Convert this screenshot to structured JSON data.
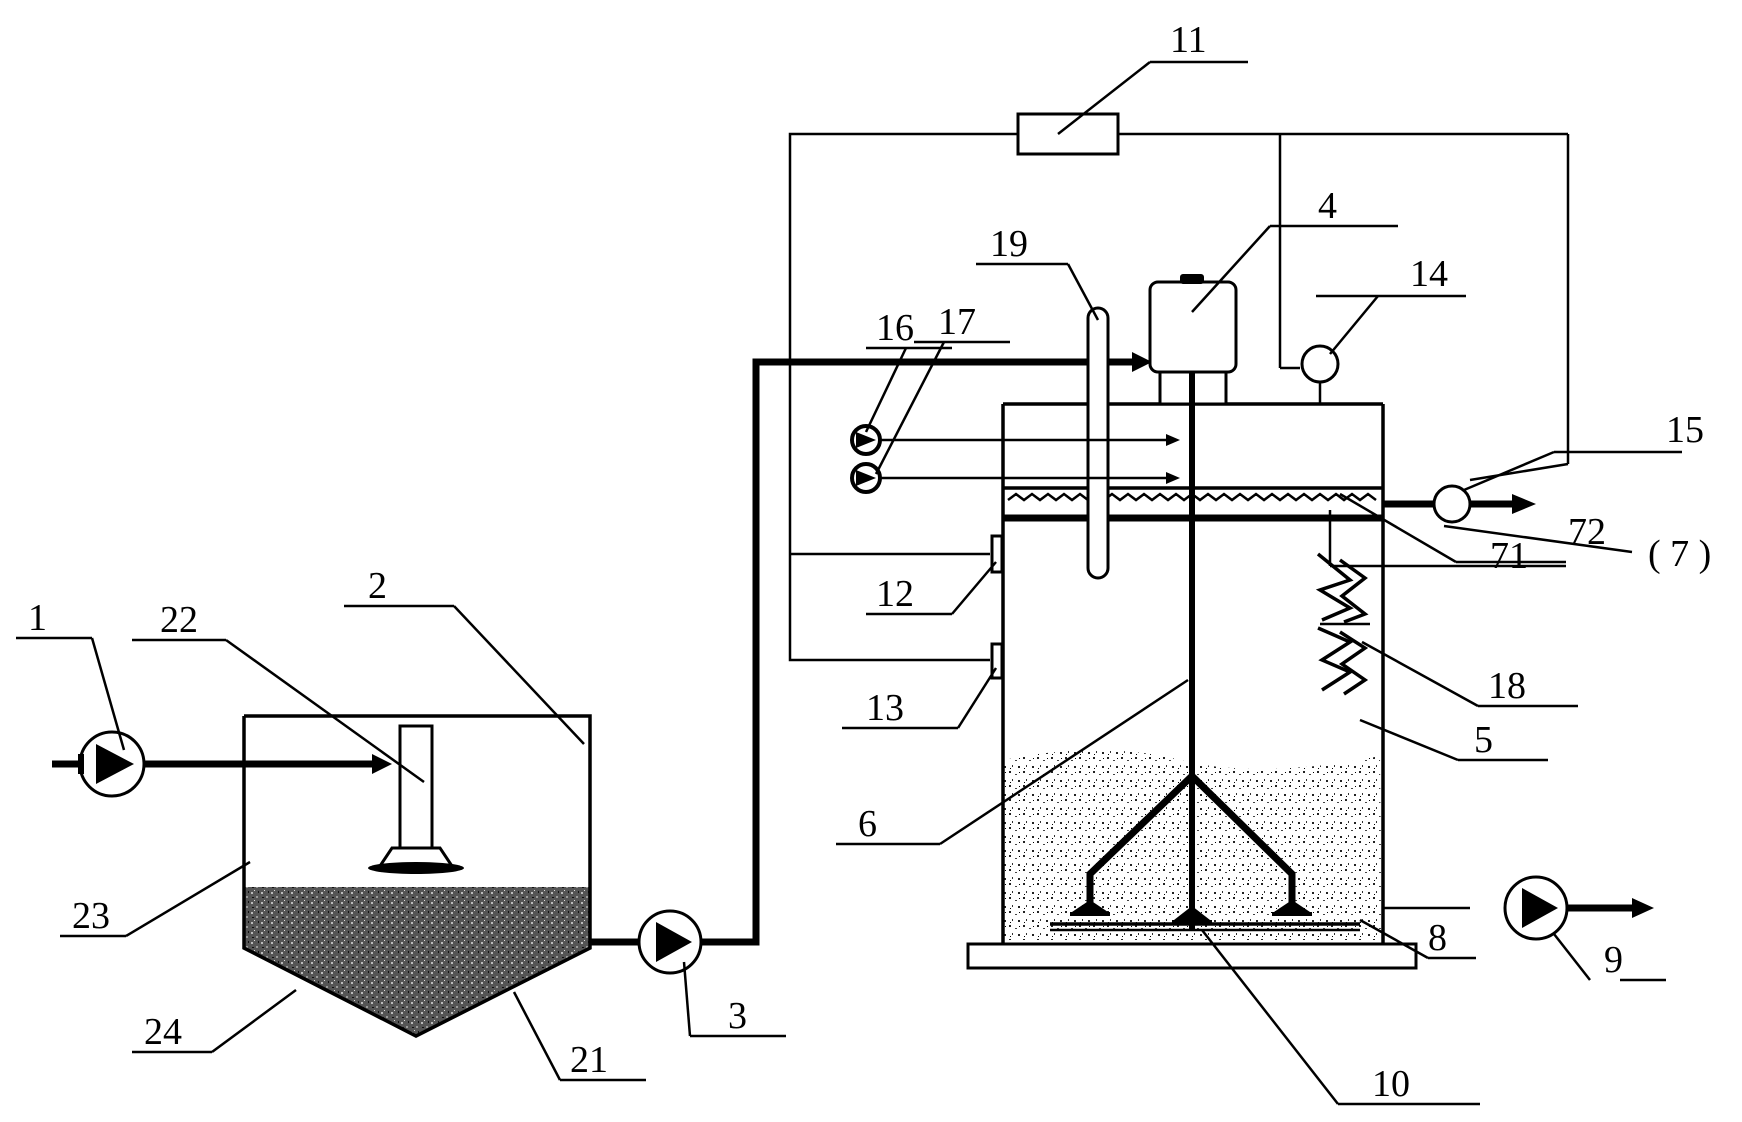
{
  "labels": {
    "l1": "1",
    "l2": "2",
    "l3": "3",
    "l4": "4",
    "l5": "5",
    "l6": "6",
    "l7": "( 7 )",
    "l8": "8",
    "l9": "9",
    "l10": "10",
    "l11": "11",
    "l12": "12",
    "l13": "13",
    "l14": "14",
    "l15": "15",
    "l16": "16",
    "l17": "17",
    "l18": "18",
    "l19": "19",
    "l21": "21",
    "l22": "22",
    "l23": "23",
    "l24": "24",
    "l71": "71",
    "l72": "72"
  }
}
